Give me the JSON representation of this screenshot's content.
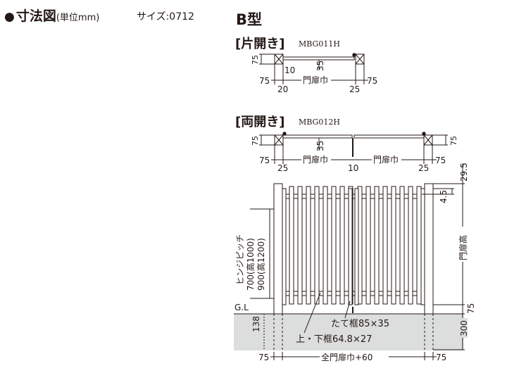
{
  "header": {
    "bullet": "●",
    "title": "寸法図",
    "unit": "(単位mm)",
    "size": "サイズ:0712"
  },
  "type_title": "B型",
  "single": {
    "label": "[片開き]",
    "model": "MBG011H",
    "dims": {
      "post_left": "75",
      "post_right": "75",
      "depth": "75",
      "gap_hinge": "20",
      "gap_latch": "25",
      "center": "35",
      "clearance": "10",
      "width_label": "門扉巾"
    }
  },
  "double": {
    "label": "[両開き]",
    "model": "MBG012H",
    "dims": {
      "post_left": "75",
      "post_right": "75",
      "depth_left": "75",
      "depth_right": "75",
      "gap_left": "25",
      "gap_center": "10",
      "gap_right": "25",
      "center": "35",
      "width_label_left": "門扉巾",
      "width_label_right": "門扉巾"
    }
  },
  "elevation": {
    "top_gap": "29.5",
    "top_small": "4.5",
    "door_height": "門扉高",
    "hinge_pitch": "ヒンジピッチ",
    "hinge_1000": "700(高1000)",
    "hinge_1200": "900(高1200)",
    "gl": "G.L",
    "ground_75": "75",
    "depth_138": "138",
    "depth_300": "300",
    "post_spec": "たて框85×35",
    "rail_spec": "上・下框64.8×27",
    "bottom_left": "75",
    "bottom_right": "75",
    "overall": "全門扉巾+60"
  }
}
